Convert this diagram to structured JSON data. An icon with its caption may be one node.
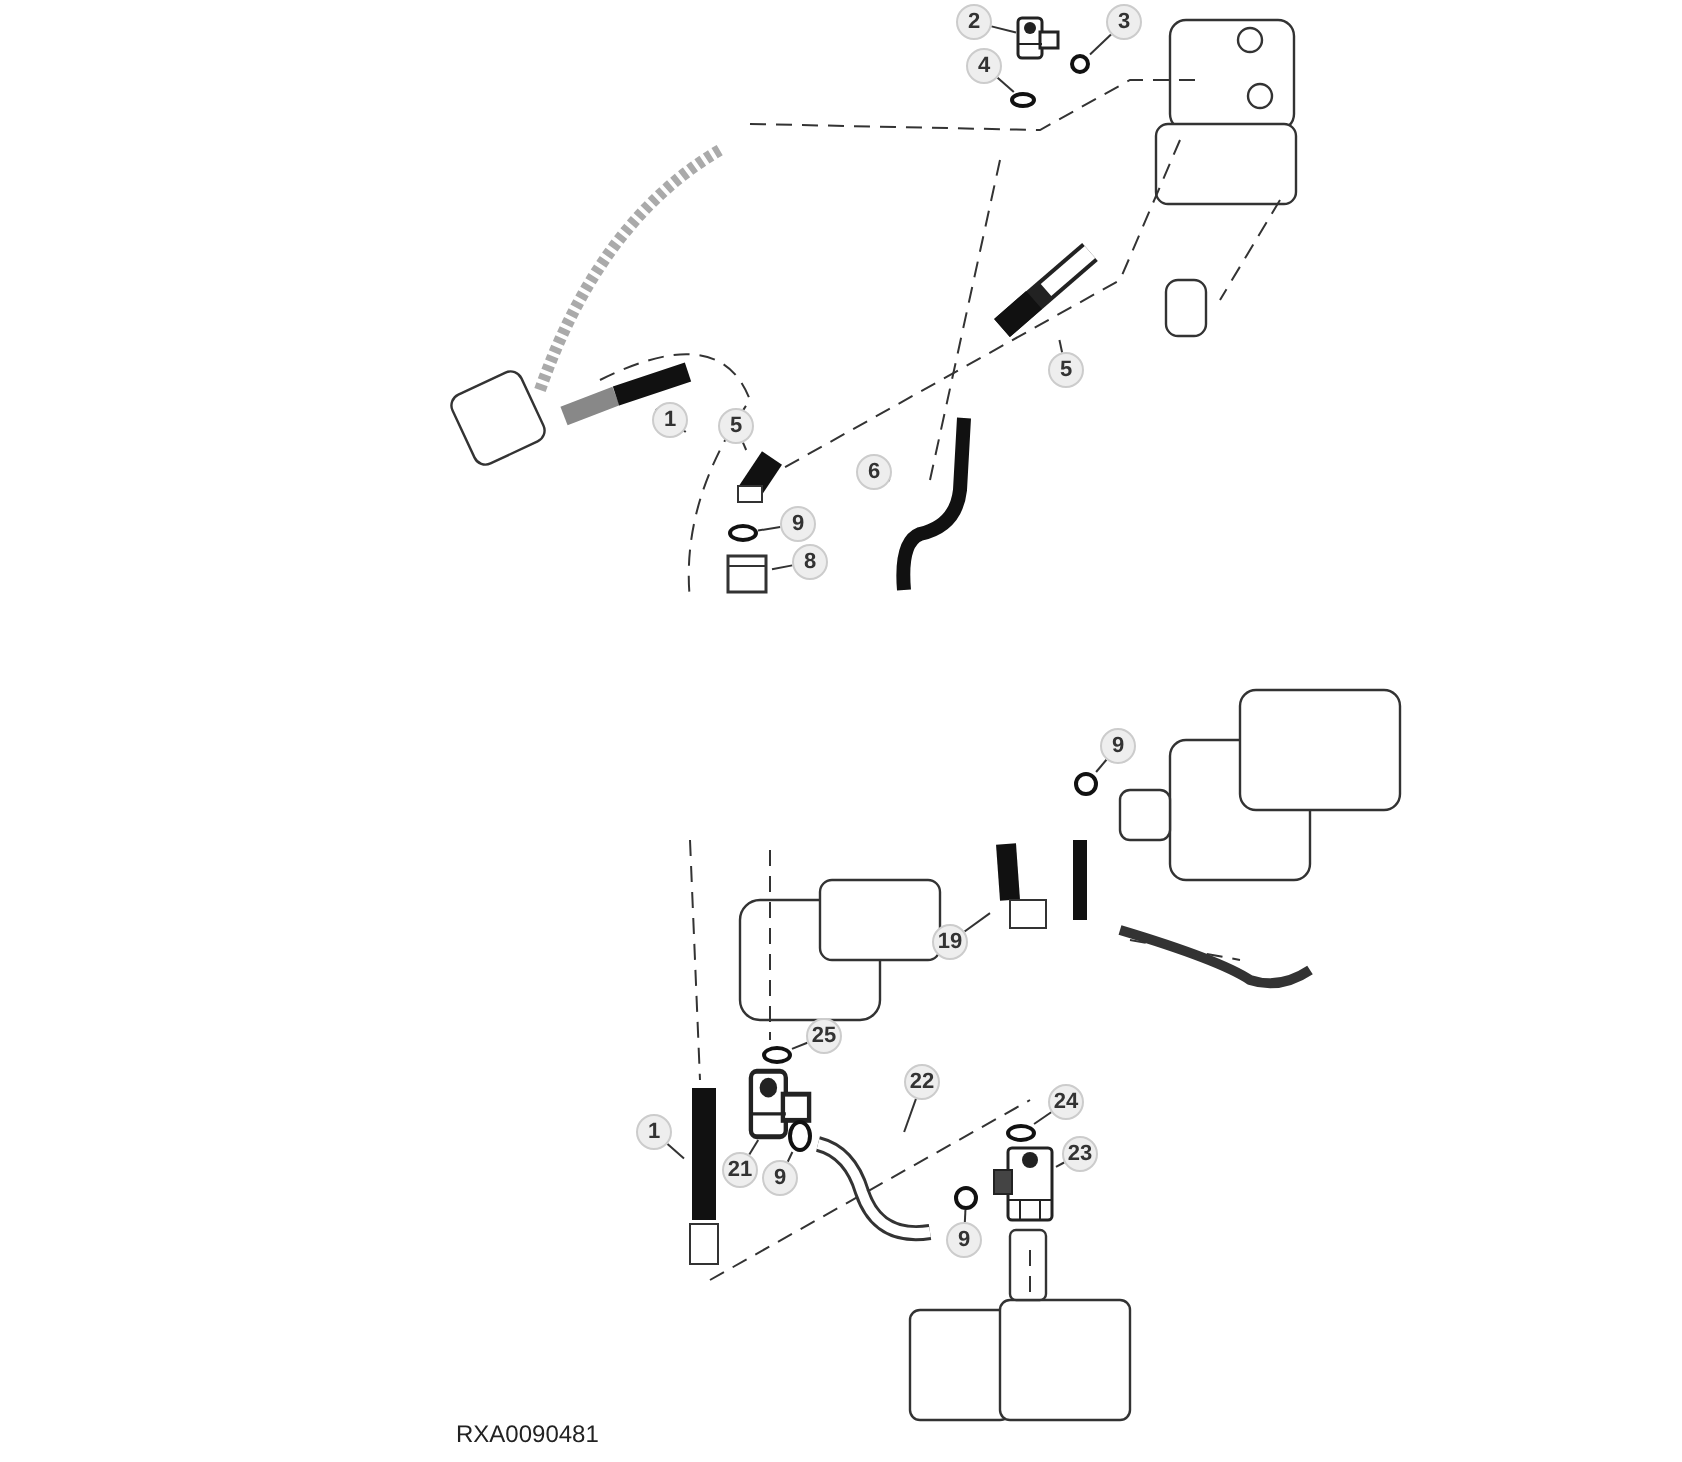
{
  "diagram": {
    "nodes": [
      {
        "text": [
          "2"
        ]
      },
      {
        "text": [],
        "shape": "picture"
      },
      {
        "text": [
          "3"
        ]
      },
      {
        "text": [],
        "shape": "circle"
      },
      {
        "text": [
          "4"
        ]
      },
      {
        "text": [],
        "shape": "circle"
      },
      {
        "text": [
          "5"
        ]
      },
      {
        "text": [],
        "shape": "picture"
      },
      {
        "text": [
          "1"
        ]
      },
      {
        "text": [],
        "shape": "picture"
      },
      {
        "text": [
          "5"
        ]
      },
      {
        "text": [],
        "shape": "picture"
      },
      {
        "text": [
          "9"
        ]
      },
      {
        "text": [],
        "shape": "circle"
      },
      {
        "text": [
          "8"
        ]
      },
      {
        "text": [],
        "shape": "picture"
      },
      {
        "text": [
          "6"
        ]
      },
      {
        "text": [],
        "shape": "picture"
      },
      {
        "text": [
          "9"
        ]
      },
      {
        "text": [],
        "shape": "circle"
      },
      {
        "text": [
          "19"
        ]
      },
      {
        "text": [],
        "shape": "picture"
      },
      {
        "text": [
          "25"
        ]
      },
      {
        "text": [],
        "shape": "circle"
      },
      {
        "text": [
          "1"
        ]
      },
      {
        "text": [],
        "shape": "picture"
      },
      {
        "text": [
          "21"
        ]
      },
      {
        "text": [],
        "shape": "picture"
      },
      {
        "text": [
          "9"
        ]
      },
      {
        "text": [],
        "shape": "circle"
      },
      {
        "text": [
          "22"
        ]
      },
      {
        "text": [],
        "shape": "picture"
      },
      {
        "text": [
          "24"
        ]
      },
      {
        "text": [],
        "shape": "circle"
      },
      {
        "text": [
          "23"
        ]
      },
      {
        "text": [],
        "shape": "picture"
      },
      {
        "text": [
          "9"
        ]
      },
      {
        "text": [],
        "shape": "circle"
      }
    ],
    "edges": [
      {
        "from": 0,
        "to": 1,
        "arrow": "none"
      },
      {
        "from": 2,
        "to": 3,
        "arrow": "none"
      },
      {
        "from": 4,
        "to": 5,
        "arrow": "none"
      },
      {
        "from": 6,
        "to": 7,
        "arrow": "none"
      },
      {
        "from": 8,
        "to": 9,
        "arrow": "none"
      },
      {
        "from": 10,
        "to": 11,
        "arrow": "none"
      },
      {
        "from": 12,
        "to": 13,
        "arrow": "none"
      },
      {
        "from": 14,
        "to": 15,
        "arrow": "none"
      },
      {
        "from": 16,
        "to": 17,
        "arrow": "none"
      },
      {
        "from": 18,
        "to": 19,
        "arrow": "none"
      },
      {
        "from": 20,
        "to": 21,
        "arrow": "none"
      },
      {
        "from": 22,
        "to": 23,
        "arrow": "none"
      },
      {
        "from": 24,
        "to": 25,
        "arrow": "none"
      },
      {
        "from": 26,
        "to": 27,
        "arrow": "none"
      },
      {
        "from": 28,
        "to": 29,
        "arrow": "none"
      },
      {
        "from": 30,
        "to": 31,
        "arrow": "none"
      },
      {
        "from": 32,
        "to": 33,
        "arrow": "none"
      },
      {
        "from": 34,
        "to": 35,
        "arrow": "none"
      },
      {
        "from": 36,
        "to": 37,
        "arrow": "none"
      }
    ],
    "labels": [
      "RXA0090481"
    ]
  }
}
